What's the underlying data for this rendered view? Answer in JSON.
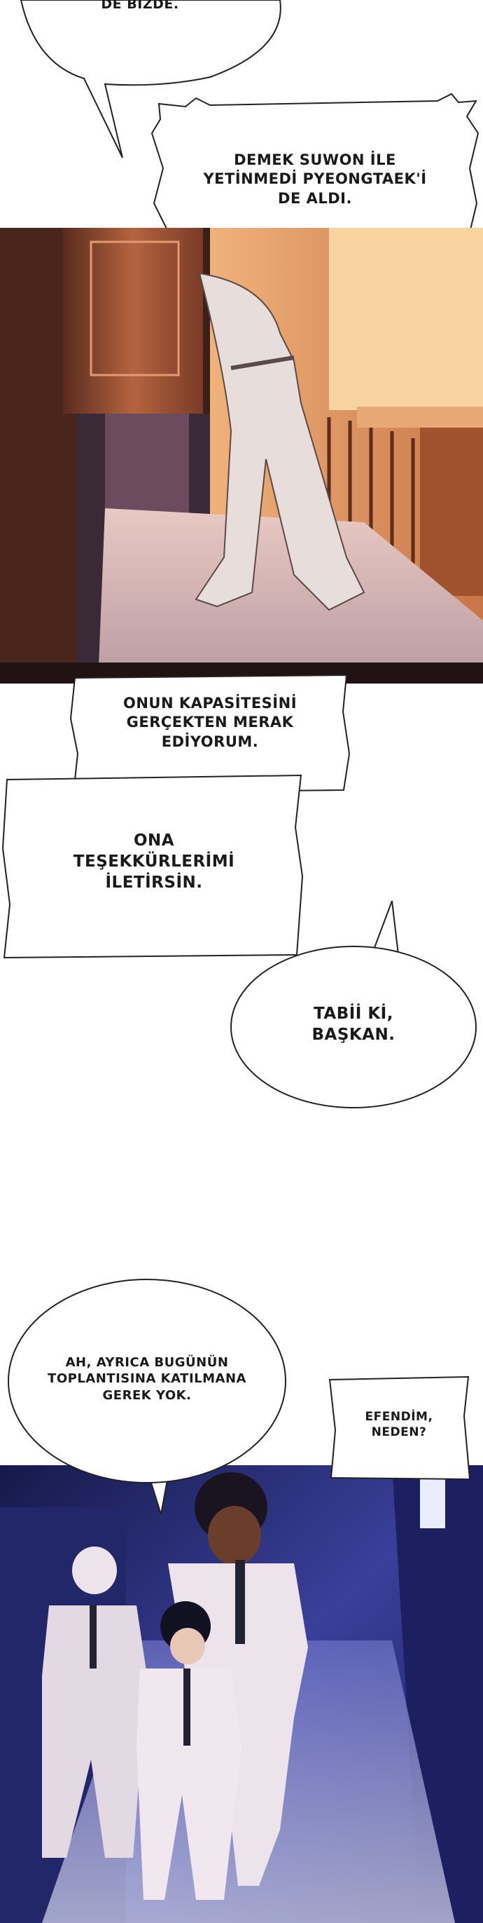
{
  "bubbles": {
    "b1": "DE BİZDE.",
    "b2": "DEMEK SUWON İLE\nYETİNMEDİ PYEONGTAEK'İ\nDE ALDI.",
    "b3": "ONUN KAPASİTESİNİ\nGERÇEKTEN MERAK\nEDİYORUM.",
    "b4": "ONA\nTEŞEKKÜRLERİMİ\nİLETİRSİN.",
    "b5": "TABİİ Kİ,\nBAŞKAN.",
    "b6": "AH, AYRICA BUGÜNÜN\nTOPLANTISINA KATILMANA\nGEREK YOK.",
    "b7": "EFENDİM,\nNEDEN?"
  },
  "colors": {
    "kitchen_wood": "#b5643e",
    "kitchen_dark": "#3b2019",
    "corridor_blue": "#2b2f78",
    "suit_white": "#ece4ea"
  }
}
